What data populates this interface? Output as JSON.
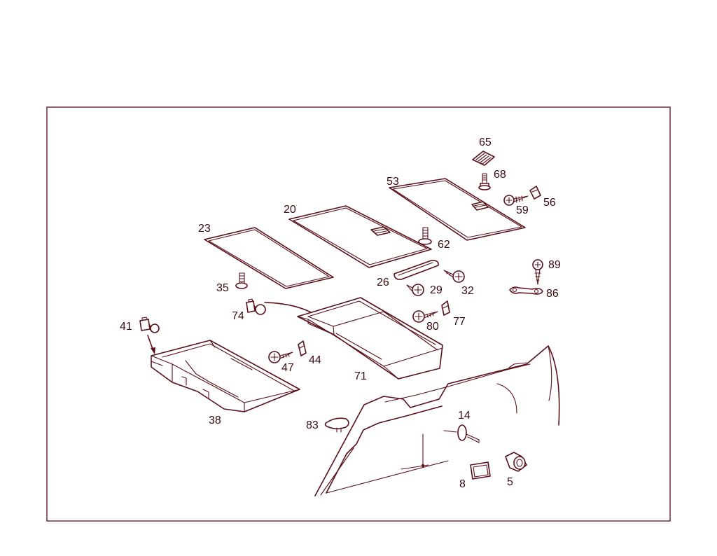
{
  "colors": {
    "line": "#5a0f18",
    "label": "#3a0a10",
    "background": "#ffffff"
  },
  "parts": [
    {
      "id": "p65",
      "label": "65"
    },
    {
      "id": "p68",
      "label": "68"
    },
    {
      "id": "p53",
      "label": "53"
    },
    {
      "id": "p56",
      "label": "56"
    },
    {
      "id": "p59",
      "label": "59"
    },
    {
      "id": "p20",
      "label": "20"
    },
    {
      "id": "p23",
      "label": "23"
    },
    {
      "id": "p62",
      "label": "62"
    },
    {
      "id": "p89",
      "label": "89"
    },
    {
      "id": "p86",
      "label": "86"
    },
    {
      "id": "p35",
      "label": "35"
    },
    {
      "id": "p26",
      "label": "26"
    },
    {
      "id": "p29",
      "label": "29"
    },
    {
      "id": "p32",
      "label": "32"
    },
    {
      "id": "p74",
      "label": "74"
    },
    {
      "id": "p77",
      "label": "77"
    },
    {
      "id": "p80",
      "label": "80"
    },
    {
      "id": "p41",
      "label": "41"
    },
    {
      "id": "p47",
      "label": "47"
    },
    {
      "id": "p44",
      "label": "44"
    },
    {
      "id": "p71",
      "label": "71"
    },
    {
      "id": "p38",
      "label": "38"
    },
    {
      "id": "p83",
      "label": "83"
    },
    {
      "id": "p14",
      "label": "14"
    },
    {
      "id": "p8",
      "label": "8"
    },
    {
      "id": "p5",
      "label": "5"
    }
  ]
}
